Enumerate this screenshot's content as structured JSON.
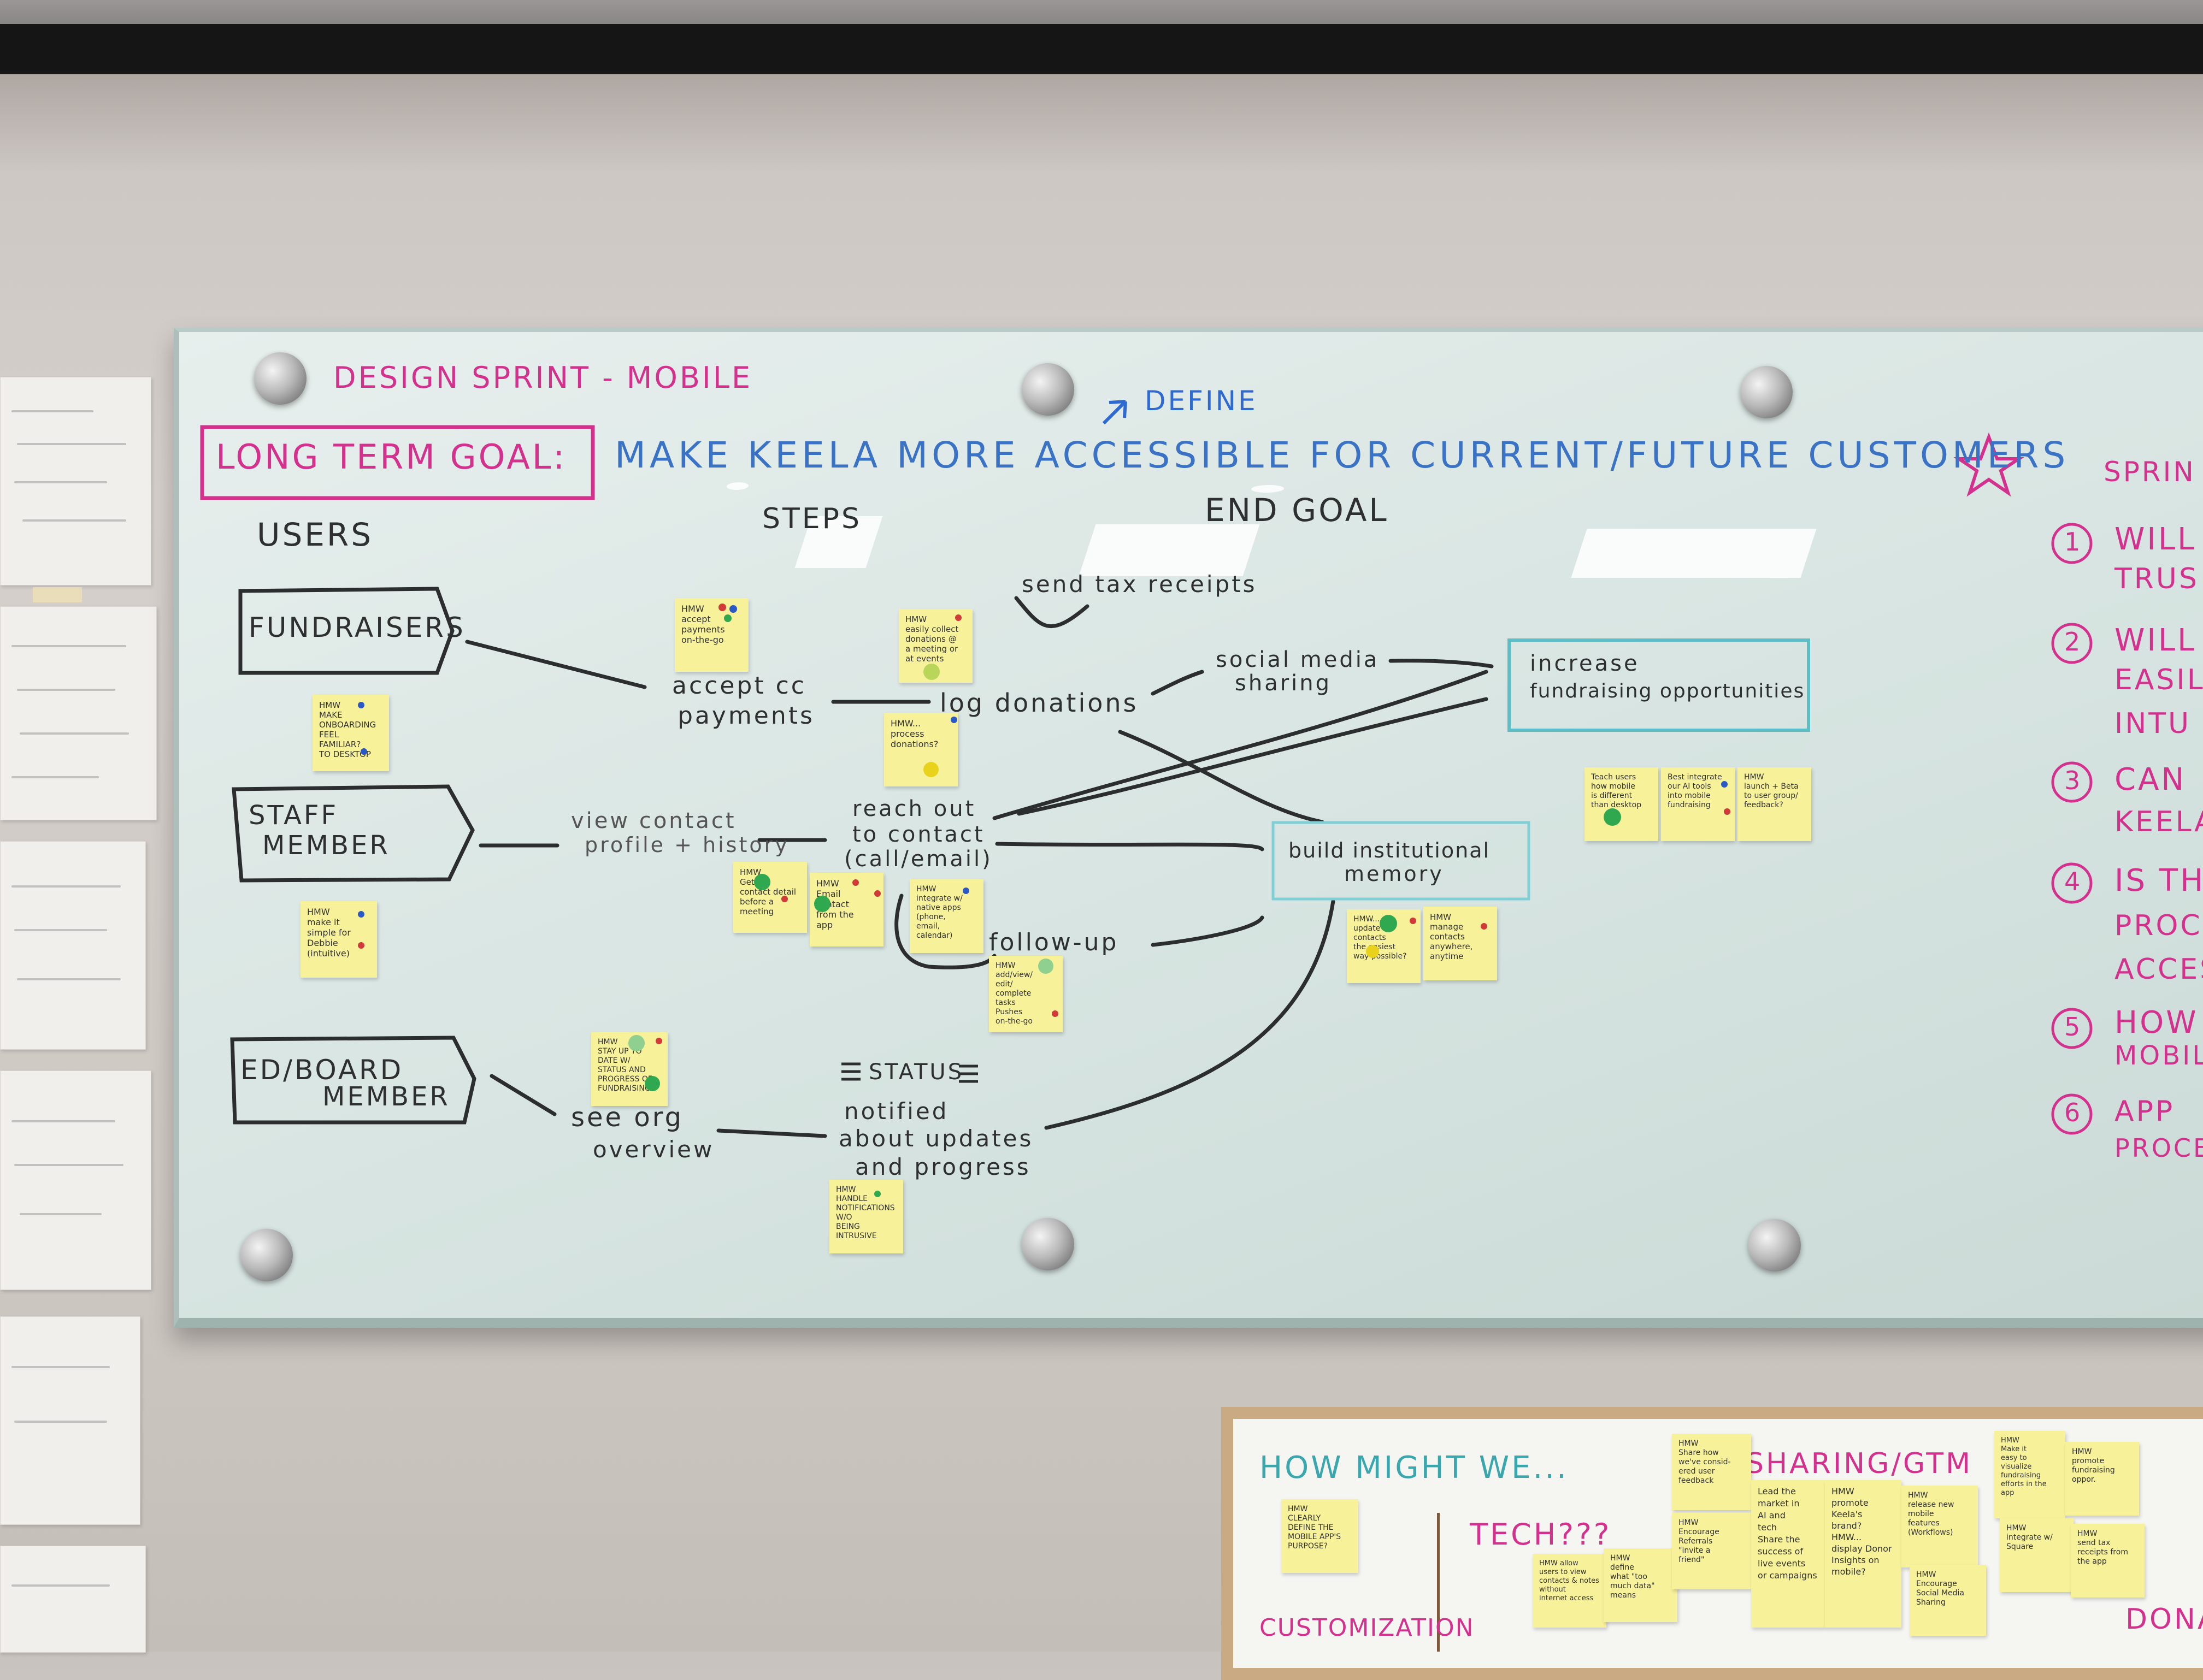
{
  "board": {
    "title": "DESIGN SPRINT - MOBILE",
    "define": "DEFINE",
    "long_term_label": "LONG TERM GOAL:",
    "long_term_text": "MAKE KEELA MORE ACCESSIBLE FOR CURRENT/FUTURE CUSTOMERS",
    "col_users": "USERS",
    "col_steps": "STEPS",
    "col_end_goal": "END GOAL"
  },
  "users": [
    {
      "label_1": "FUNDRAISERS",
      "label_2": ""
    },
    {
      "label_1": "STAFF",
      "label_2": "MEMBER"
    },
    {
      "label_1": "ED/BOARD",
      "label_2": "MEMBER"
    }
  ],
  "steps": {
    "accept_1": "accept cc",
    "accept_2": "payments",
    "log": "log donations",
    "tax": "send tax receipts",
    "social_1": "social media",
    "social_2": "sharing",
    "view_1": "view contact",
    "view_2": "profile + history",
    "reach_1": "reach out",
    "reach_2": "to contact",
    "reach_3": "(call/email)",
    "follow": "follow-up",
    "see_1": "see org",
    "see_2": "overview",
    "status": "STATUS",
    "notified_1": "notified",
    "notified_2": "about updates",
    "notified_3": "and progress"
  },
  "goals": {
    "increase_1": "increase",
    "increase_2": "fundraising opportunities",
    "build_1": "build institutional",
    "build_2": "memory"
  },
  "notes": [
    "HMW\naccept\npayments\non-the-go",
    "HMW\neasily collect\ndonations @\na meeting or\nat events",
    "HMW...\nprocess\ndonations?",
    "HMW\nMAKE\nONBOARDING\nFEEL\nFAMILIAR?\nTO DESKTOP",
    "HMW\nmake it\nsimple for\nDebbie\n(intuitive)",
    "HMW\nSTAY UP TO\nDATE W/\nSTATUS AND\nPROGRESS OF\nFUNDRAISING?",
    "HMW\nHANDLE\nNOTIFICATIONS\nW/O\nBEING\nINTRUSIVE",
    "HMW\nGet\ncontact detail\nbefore a\nmeeting",
    "HMW\nEmail\ncontact\nfrom the\napp",
    "HMW\nintegrate w/\nnative apps\n(phone,\nemail,\ncalendar)",
    "HMW\nadd/view/\nedit/\ncomplete\ntasks\nPushes\non-the-go",
    "HMW...\nupdate contacts\nthe easiest\nway possible?",
    "HMW\nmanage\ncontacts\nanywhere,\nanytime",
    "Teach users\nhow mobile\nis different\nthan desktop",
    "Best integrate\nour AI tools\ninto mobile\nfundraising",
    "HMW\nlaunch + Beta\nto user group/\nfeedback?"
  ],
  "sprint_questions": {
    "heading": "SPRIN",
    "items": [
      {
        "num": "1",
        "l1": "WILL",
        "l2": "TRUS"
      },
      {
        "num": "2",
        "l1": "WILL",
        "l2": "EASIL",
        "l3": "INTU"
      },
      {
        "num": "3",
        "l1": "CAN",
        "l2": "KEELA"
      },
      {
        "num": "4",
        "l1": "IS TH",
        "l2": "PROCE",
        "l3": "ACCES"
      },
      {
        "num": "5",
        "l1": "HOW",
        "l2": "MOBILE"
      },
      {
        "num": "6",
        "l1": "APP",
        "l2": "PROCE"
      }
    ]
  },
  "lower_board": {
    "hmw": "HOW MIGHT WE...",
    "tech": "TECH???",
    "sharing": "SHARING/GTM",
    "customization": "CUSTOMIZATION",
    "dona": "DONA",
    "notes": [
      "HMW\nCLEARLY\nDEFINE THE\nMOBILE APP'S\nPURPOSE?",
      "HMW allow\nusers to view\ncontacts & notes\nwithout\ninternet access",
      "HMW\ndefine\nwhat \"too\nmuch data\"\nmeans",
      "HMW\nShare how\nwe've consid-\nered user\nfeedback",
      "HMW\nEncourage\nReferrals\n\"invite a\nfriend\"",
      "Lead the\nmarket in\nAI and\ntech\nShare the\nsuccess of\nlive events\nor campaigns",
      "HMW\npromote\nKeela's\nbrand?\nHMW...\ndisplay Donor\nInsights on\nmobile?",
      "HMW\nrelease new\nmobile\nfeatures\n(Workflows)",
      "HMW\nEncourage\nSocial Media\nSharing",
      "HMW\nMake it\neasy to\nvisualize\nfundraising\nefforts in the\napp",
      "HMW\npromote\nfundraising\noppor.",
      "HMW\nintegrate w/\nSquare",
      "HMW\nsend tax\nreceipts from\nthe app"
    ]
  }
}
